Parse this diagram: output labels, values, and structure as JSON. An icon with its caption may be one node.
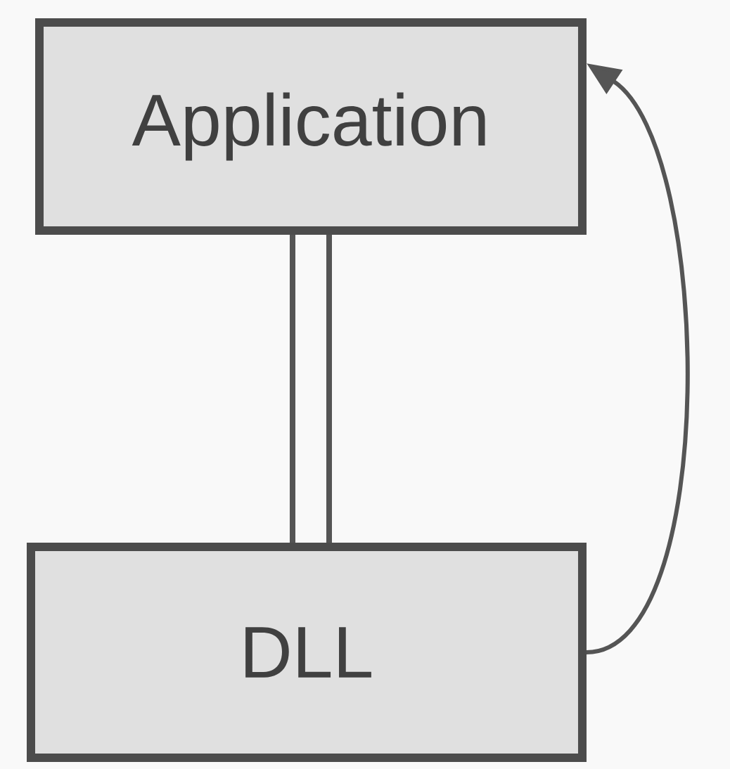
{
  "diagram": {
    "nodes": [
      {
        "text": [
          "Application"
        ]
      },
      {
        "text": [
          "DLL"
        ]
      }
    ],
    "edges": [
      {
        "from": 0,
        "to": 1,
        "arrow": "none"
      },
      {
        "from": 1,
        "to": 0,
        "arrow": "to"
      }
    ]
  }
}
